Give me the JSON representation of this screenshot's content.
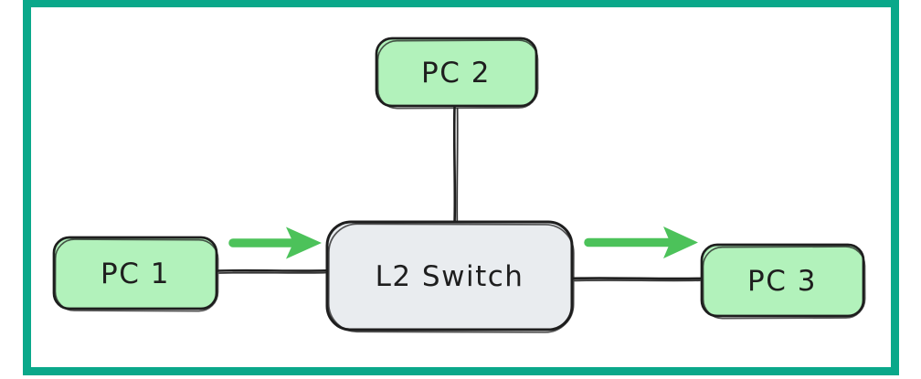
{
  "frame": {
    "border_color": "#0aa88a",
    "background": "#ffffff"
  },
  "diagram": {
    "style": "hand-drawn",
    "stroke_color": "#1e1e1e",
    "nodes": {
      "pc1": {
        "label": "PC 1",
        "fill": "#b2f2bb"
      },
      "pc2": {
        "label": "PC 2",
        "fill": "#b2f2bb"
      },
      "pc3": {
        "label": "PC 3",
        "fill": "#b2f2bb"
      },
      "switch": {
        "label": "L2 Switch",
        "fill": "#e9ecef"
      }
    },
    "connections": [
      {
        "from": "PC 1",
        "to": "L2 Switch"
      },
      {
        "from": "PC 2",
        "to": "L2 Switch"
      },
      {
        "from": "L2 Switch",
        "to": "PC 3"
      }
    ],
    "flow_arrows": [
      {
        "from": "PC 1",
        "to": "L2 Switch",
        "direction": "right",
        "color": "#4cc25a"
      },
      {
        "from": "L2 Switch",
        "to": "PC 3",
        "direction": "right",
        "color": "#4cc25a"
      }
    ]
  }
}
